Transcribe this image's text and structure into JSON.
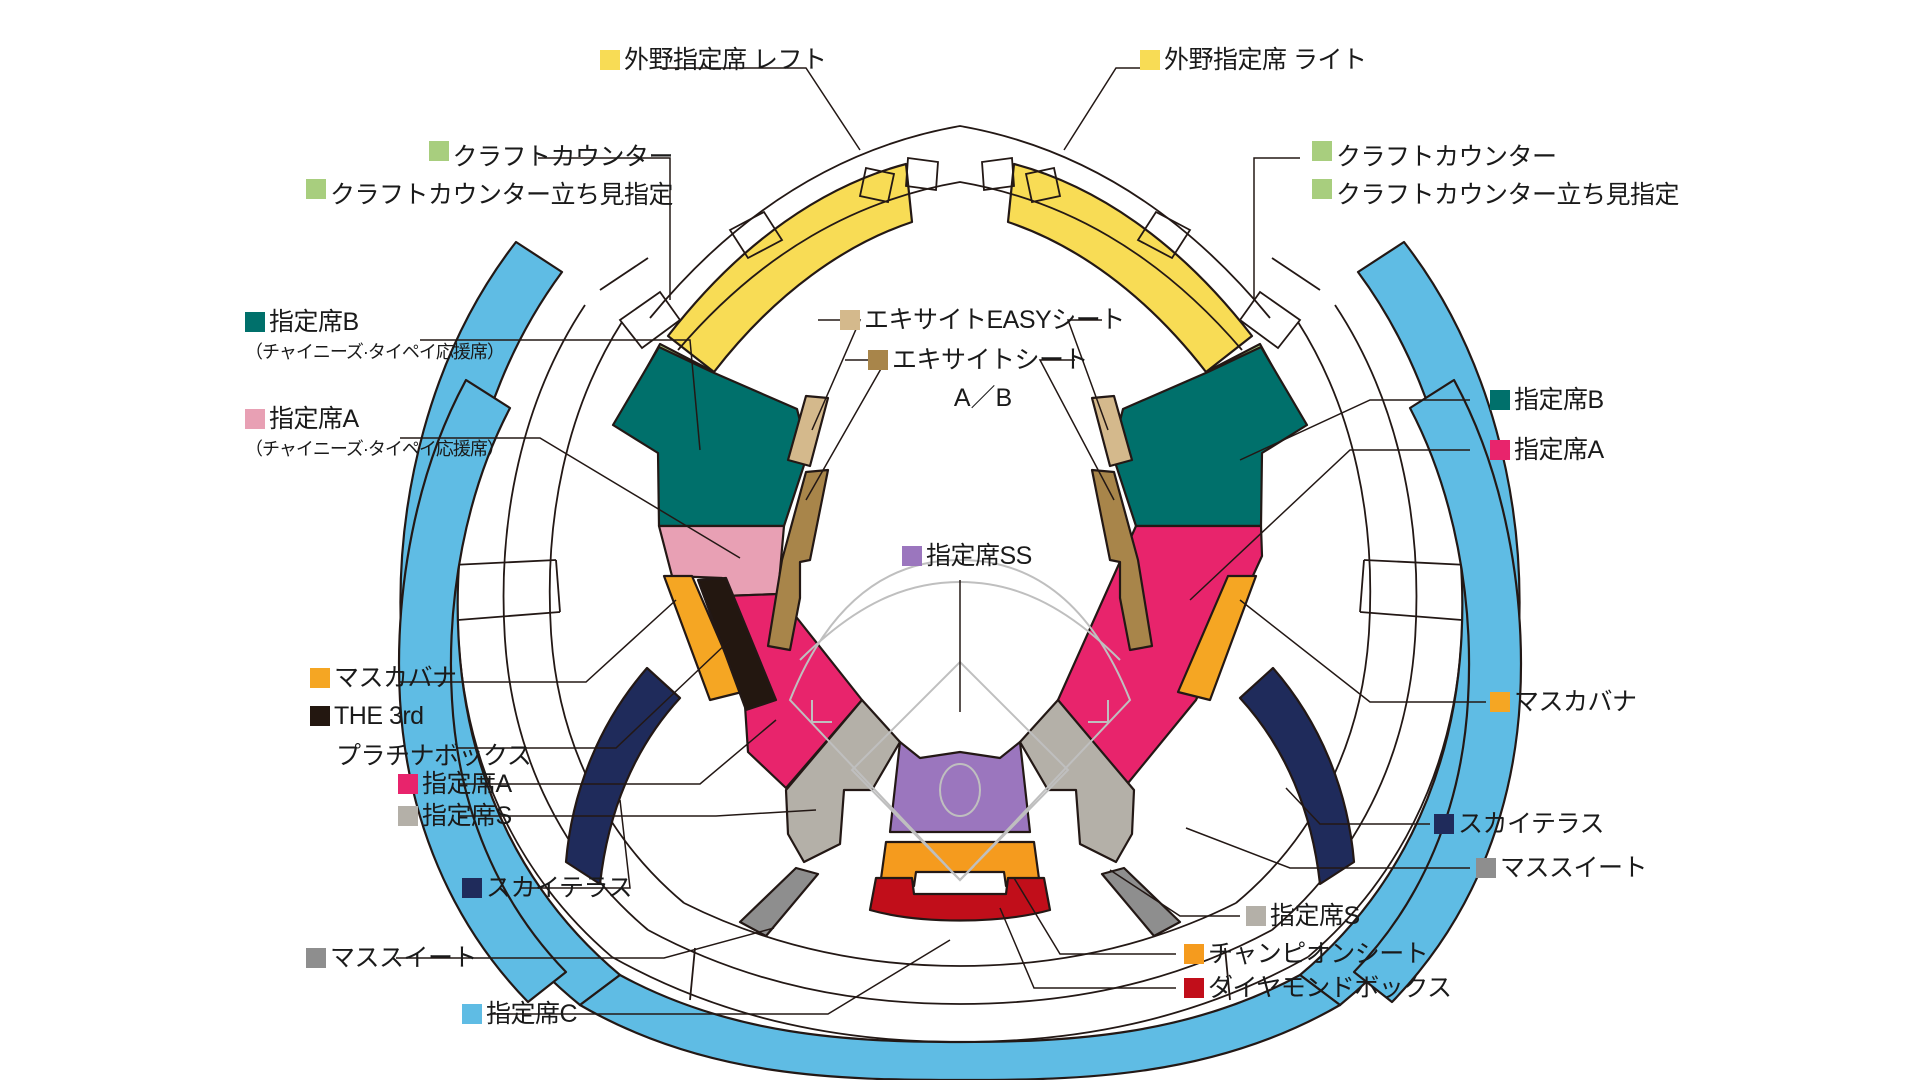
{
  "title": "stadium-seating-map",
  "colors": {
    "outfield_yellow": "#F8DC55",
    "craft_green": "#A8CE7E",
    "seat_b_teal": "#00706B",
    "seat_a_pink": "#E8A0B4",
    "seat_a_magenta": "#E8246C",
    "masu_cabana_orange": "#F5A623",
    "platinum_black": "#231710",
    "seat_s_gray": "#B4B0A8",
    "sky_terrace_navy": "#1F2B5B",
    "masu_suite_gray": "#8E8E8E",
    "seat_c_blue": "#5FBCE4",
    "excite_easy_tan": "#D4B98C",
    "excite_ab_brown": "#A8854A",
    "seat_ss_purple": "#9B76BE",
    "champion_orange": "#F59B1E",
    "diamond_red": "#C10E1A",
    "outline": "#231815",
    "field_line": "#BFBFBF"
  },
  "labels": {
    "outfield_left": {
      "text": "外野指定席 レフト",
      "color": "#F8DC55"
    },
    "outfield_right": {
      "text": "外野指定席 ライト",
      "color": "#F8DC55"
    },
    "craft_counter_left": {
      "text": "クラフトカウンター",
      "color": "#A8CE7E"
    },
    "craft_counter_standing_left": {
      "text": "クラフトカウンター立ち見指定",
      "color": "#A8CE7E"
    },
    "craft_counter_right": {
      "text": "クラフトカウンター",
      "color": "#A8CE7E"
    },
    "craft_counter_standing_right": {
      "text": "クラフトカウンター立ち見指定",
      "color": "#A8CE7E"
    },
    "seat_b_left": {
      "text": "指定席B",
      "sub": "（チャイニーズ·タイペイ応援席）",
      "color": "#00706B"
    },
    "seat_a_left": {
      "text": "指定席A",
      "sub": "（チャイニーズ·タイペイ応援席）",
      "color": "#E8A0B4"
    },
    "seat_b_right": {
      "text": "指定席B",
      "color": "#00706B"
    },
    "seat_a_right": {
      "text": "指定席A",
      "color": "#E8246C"
    },
    "excite_easy": {
      "text": "エキサイトEASYシート",
      "color": "#D4B98C"
    },
    "excite_ab": {
      "text": "エキサイトシート",
      "sub": "A／B",
      "color": "#A8854A"
    },
    "seat_ss": {
      "text": "指定席SS",
      "color": "#9B76BE"
    },
    "masu_cabana_left": {
      "text": "マスカバナ",
      "color": "#F5A623"
    },
    "platinum_box_left": {
      "text": "THE 3rd",
      "sub": "プラチナボックス",
      "color": "#231710"
    },
    "seat_a_left2": {
      "text": "指定席A",
      "color": "#E8246C"
    },
    "seat_s_left": {
      "text": "指定席S",
      "color": "#B4B0A8"
    },
    "sky_terrace_left": {
      "text": "スカイテラス",
      "color": "#1F2B5B"
    },
    "masu_suite_left": {
      "text": "マススイート",
      "color": "#8E8E8E"
    },
    "seat_c_left": {
      "text": "指定席C",
      "color": "#5FBCE4"
    },
    "masu_cabana_right": {
      "text": "マスカバナ",
      "color": "#F5A623"
    },
    "sky_terrace_right": {
      "text": "スカイテラス",
      "color": "#1F2B5B"
    },
    "masu_suite_right": {
      "text": "マススイート",
      "color": "#8E8E8E"
    },
    "seat_s_right": {
      "text": "指定席S",
      "color": "#B4B0A8"
    },
    "champion_seat": {
      "text": "チャンピオンシート",
      "color": "#F59B1E"
    },
    "diamond_box": {
      "text": "ダイヤモンドボックス",
      "color": "#C10E1A"
    }
  }
}
